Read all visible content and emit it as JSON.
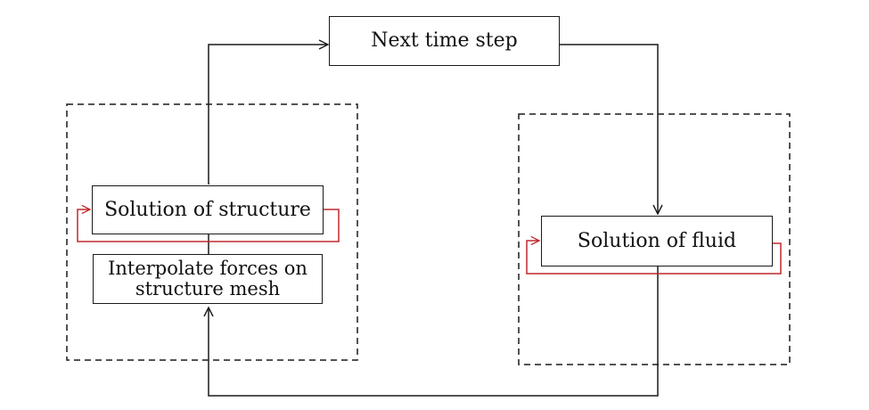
{
  "diagram": {
    "nodes": {
      "next_time_step": {
        "label": "Next time step"
      },
      "solution_structure": {
        "label": "Solution of structure"
      },
      "interpolate_forces": {
        "line1": "Interpolate forces on",
        "line2": "structure mesh"
      },
      "solution_fluid": {
        "label": "Solution of fluid"
      }
    },
    "groups": [
      "structure-solver-region",
      "fluid-solver-region"
    ],
    "colors": {
      "stroke": "#1a1a1a",
      "iteration_loop": "#c0282c",
      "group_border": "#1a1a1a",
      "background": "#ffffff"
    }
  }
}
